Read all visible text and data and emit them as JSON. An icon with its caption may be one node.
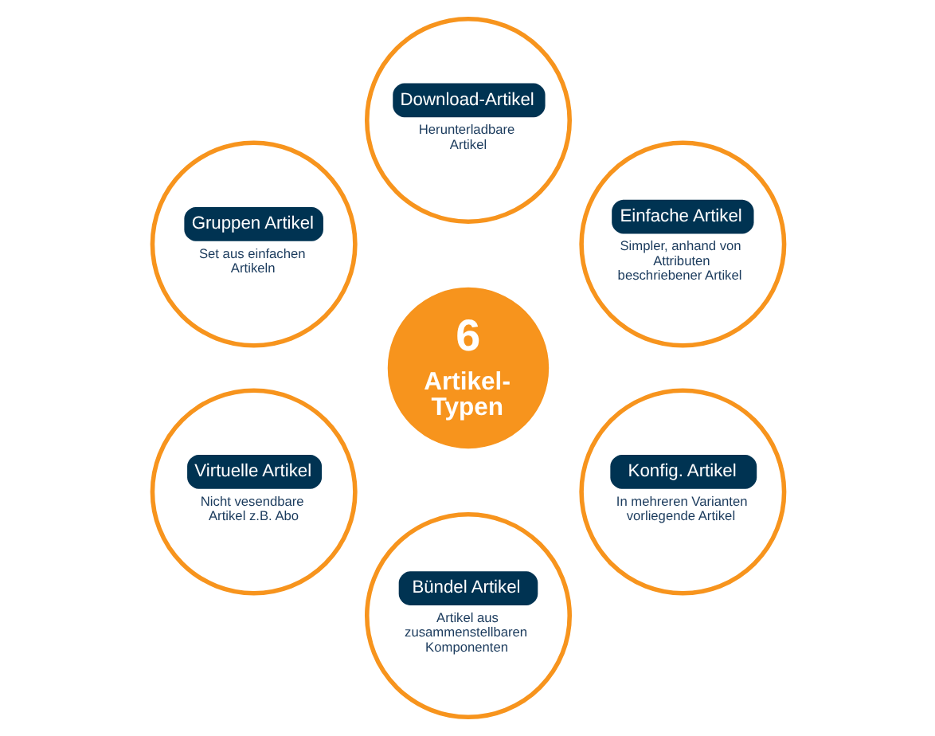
{
  "diagram": {
    "nodes": [
      {
        "text": [
          "Einfache Artikel",
          "Simpler, anhand von Attributen beschriebener Artikel"
        ]
      },
      {
        "text": [
          "Download-Artikel",
          "Herunterladbare Artikel"
        ]
      },
      {
        "text": [
          "Gruppen Artikel",
          "Set aus einfachen Artikeln"
        ]
      },
      {
        "text": [
          "6",
          "Artikel- Typen"
        ]
      },
      {
        "text": [
          "Virtuelle Artikel",
          "Nicht vesendbare Artikel z.B. Abo"
        ]
      },
      {
        "text": [
          "Bündel Artikel",
          "Artikel aus zusammenstellbaren Komponenten"
        ]
      },
      {
        "text": [
          "Konfig. Artikel",
          "In mehreren Varianten vorliegende Artikel"
        ]
      }
    ]
  }
}
